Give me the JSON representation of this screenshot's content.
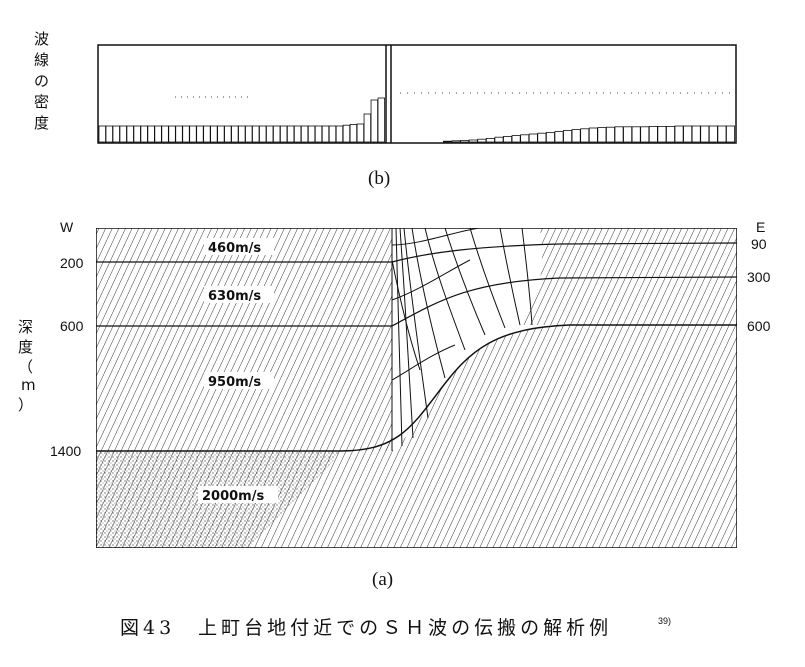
{
  "panel_b": {
    "ylabel_chars": [
      "波",
      "線",
      "の",
      "密",
      "度"
    ],
    "label": "(b)",
    "density_left": [
      0.4,
      0.4,
      0.4,
      0.4,
      0.4,
      0.4,
      0.4,
      0.4,
      0.4,
      0.4,
      0.4,
      0.4,
      0.4,
      0.4,
      0.4,
      0.4,
      0.4,
      0.4,
      0.4,
      0.4,
      0.4,
      0.4,
      0.4,
      0.4,
      0.4,
      0.4,
      0.4,
      0.4,
      0.4,
      0.4,
      0.4,
      0.4,
      0.4,
      0.4,
      0.4,
      0.42,
      0.44,
      0.45,
      0.7,
      1.05,
      1.1
    ],
    "density_right": [
      0,
      0,
      0,
      0,
      0,
      0,
      0.02,
      0.03,
      0.04,
      0.05,
      0.07,
      0.09,
      0.12,
      0.14,
      0.16,
      0.18,
      0.2,
      0.22,
      0.24,
      0.26,
      0.29,
      0.31,
      0.33,
      0.35,
      0.36,
      0.37,
      0.38,
      0.38,
      0.38,
      0.38,
      0.39,
      0.39,
      0.39,
      0.4,
      0.4,
      0.4,
      0.4,
      0.4,
      0.4,
      0.4
    ]
  },
  "panel_a": {
    "west_label": "W",
    "east_label": "E",
    "label": "(a)",
    "ylabel_chars": [
      "深",
      "度",
      "（",
      "m",
      "）"
    ],
    "left_depths": [
      "200",
      "600",
      "1400"
    ],
    "right_depths": [
      "90",
      "300",
      "600"
    ],
    "velocities": [
      "460m/s",
      "630m/s",
      "950m/s",
      "2000m/s"
    ]
  },
  "caption": {
    "text": "図43　上町台地付近でのＳＨ波の伝搬の解析例",
    "ref": "39)"
  }
}
